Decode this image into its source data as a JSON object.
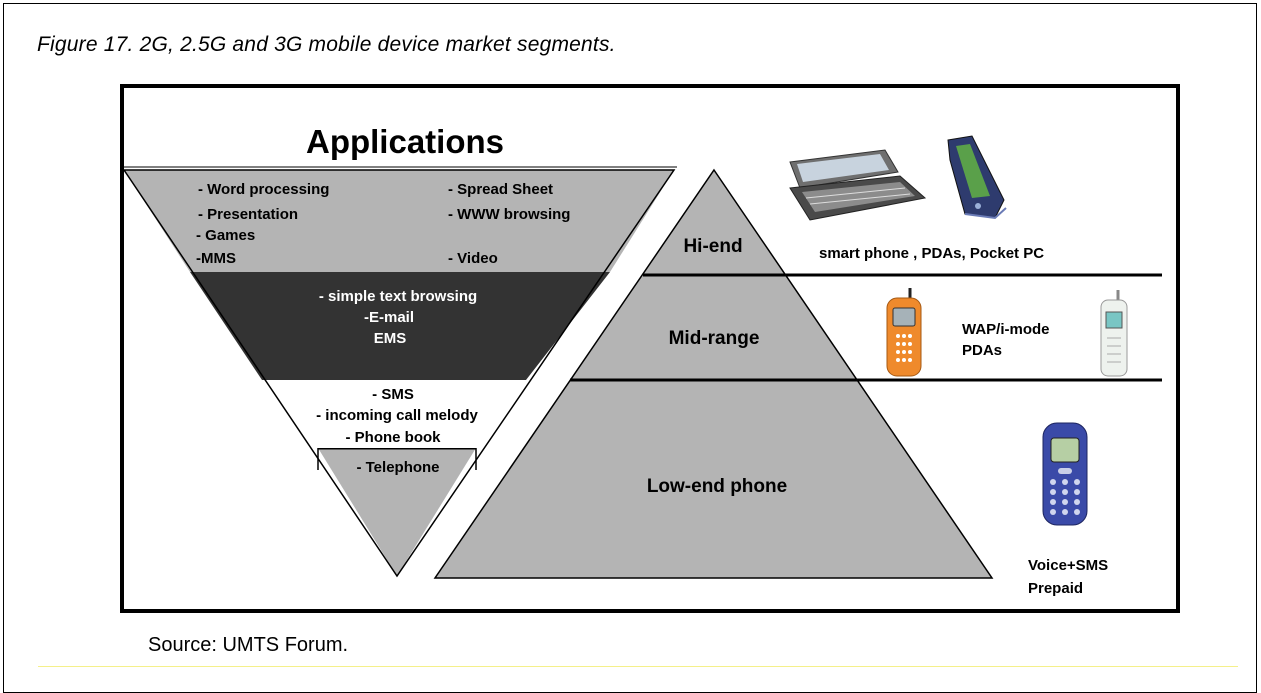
{
  "figure_caption": "Figure 17.  2G, 2.5G and 3G mobile device market segments.",
  "source_note": "Source:  UMTS Forum.",
  "colors": {
    "triangle_gray": "#b4b4b4",
    "dark_band": "#333333",
    "frame": "#000000",
    "rule_yellow": "#f5f08a"
  },
  "applications": {
    "title": "Applications",
    "gray_band": {
      "left_items": [
        "- Word processing",
        "- Presentation",
        "- Games",
        "-MMS"
      ],
      "right_items": [
        "- Spread Sheet",
        "- WWW browsing",
        "- Video"
      ]
    },
    "dark_band": {
      "items": [
        "- simple text browsing",
        "-E-mail",
        "EMS"
      ]
    },
    "white_band": {
      "items": [
        "- SMS",
        "- incoming call melody",
        "- Phone book"
      ]
    },
    "bottom_band": {
      "items": [
        "- Telephone"
      ]
    }
  },
  "segments": {
    "hi_end": {
      "label": "Hi-end",
      "devices": "smart phone , PDAs,  Pocket PC",
      "icons": [
        "smartphone-keyboard-icon",
        "pda-icon"
      ]
    },
    "mid_range": {
      "label": "Mid-range",
      "devices": [
        "WAP/i-mode",
        "PDAs"
      ],
      "icons": [
        "orange-phone-icon",
        "white-phone-icon"
      ]
    },
    "low_end": {
      "label": "Low-end phone",
      "devices": [
        "Voice+SMS",
        "Prepaid"
      ],
      "icons": [
        "blue-phone-icon"
      ]
    }
  }
}
